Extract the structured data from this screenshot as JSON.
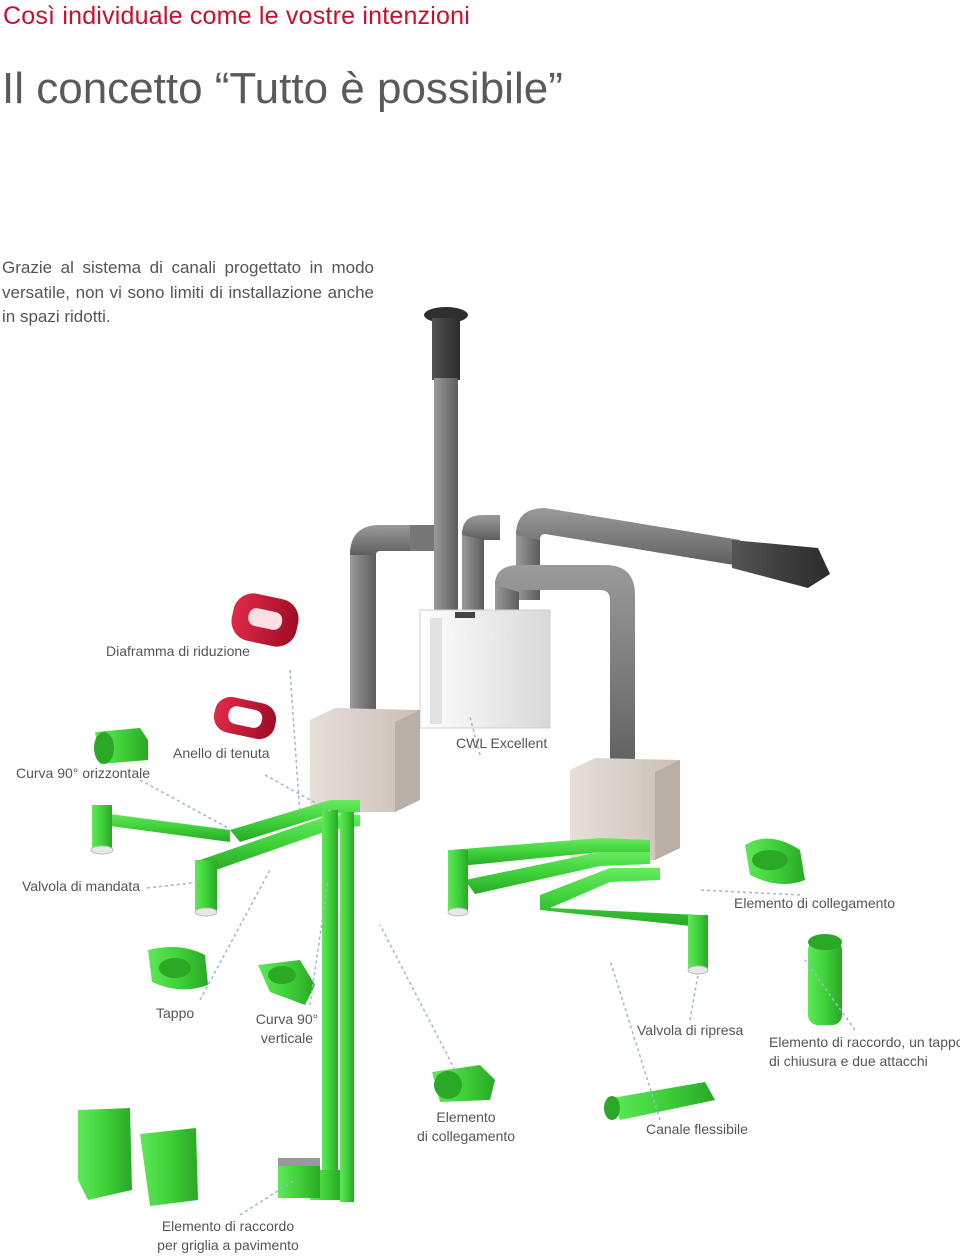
{
  "header": {
    "kicker": "Così individuale come le vostre intenzioni",
    "title": "Il concetto “Tutto è possibile”"
  },
  "intro": {
    "text": "Grazie al sistema di canali progettato in modo versatile, non vi sono limiti di installazione anche in spazi ridotti."
  },
  "labels": {
    "diaframma": "Diaframma di riduzione",
    "curva_orizzontale": "Curva 90° orizzontale",
    "anello": "Anello di tenuta",
    "cwl": "CWL Excellent",
    "valvola_mandata": "Valvola di mandata",
    "elemento_collegamento_dx": "Elemento di collegamento",
    "tappo": "Tappo",
    "curva_verticale_1": "Curva 90°",
    "curva_verticale_2": "verticale",
    "valvola_ripresa": "Valvola di ripresa",
    "raccordo_tappo_1": "Elemento di raccordo, un tappo",
    "raccordo_tappo_2": "di chiusura e due attacchi",
    "elemento_collegamento_1": "Elemento",
    "elemento_collegamento_2": "di collegamento",
    "canale_flessibile": "Canale flessibile",
    "raccordo_griglia_1": "Elemento di raccordo",
    "raccordo_griglia_2": "per griglia a pavimento"
  },
  "colors": {
    "accent_red": "#c8102e",
    "duct_green": "#3fd13a",
    "duct_gray": "#7d7d7d",
    "seal_red": "#c41230",
    "box_beige": "#d9d2cb"
  }
}
